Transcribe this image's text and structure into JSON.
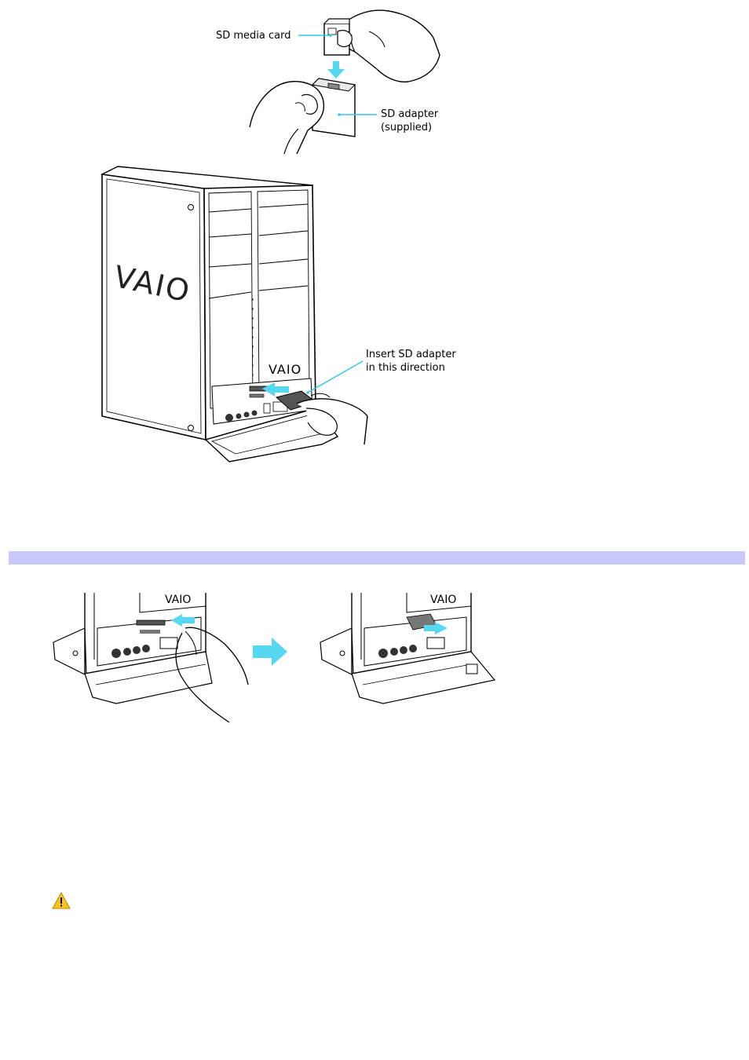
{
  "figure1": {
    "label_sd_media_card": "SD media card",
    "label_sd_adapter_line1": "SD adapter",
    "label_sd_adapter_line2": "(supplied)"
  },
  "figure2": {
    "brand_side": "VAIO",
    "brand_front": "VAIO",
    "label_insert_line1": "Insert SD adapter",
    "label_insert_line2": "in this direction"
  },
  "figure3": {
    "brand_left": "VAIO",
    "brand_right": "VAIO"
  },
  "icons": {
    "arrow": "arrow-right-icon",
    "warning": "warning-icon"
  },
  "colors": {
    "callout": "#33c8e8",
    "arrow": "#55d8f0",
    "section_band": "#c8c8fa",
    "warning": "#f6c21c"
  }
}
